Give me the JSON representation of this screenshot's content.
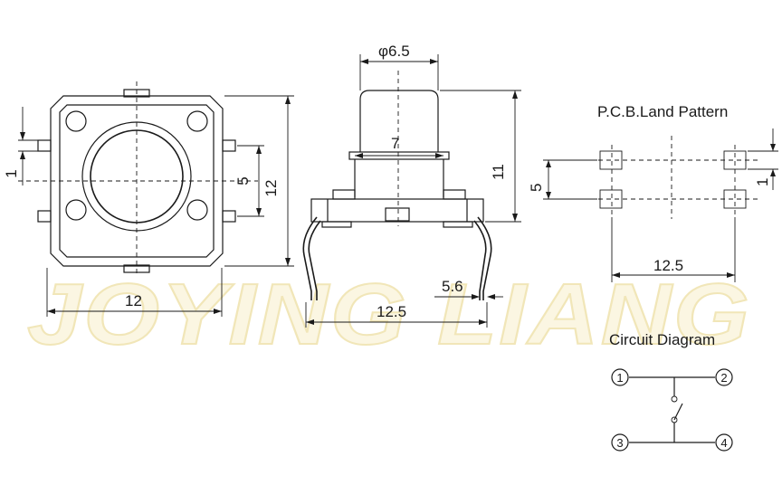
{
  "watermark": "JOYING LIANG",
  "top_view": {
    "width_label": "12",
    "height_label": "12",
    "pin_pitch_label": "5",
    "pin_width_label": "1"
  },
  "side_view": {
    "actuator_diameter_label": "φ6.5",
    "body_width_label": "7",
    "total_height_label": "11",
    "lead_span_label": "12.5",
    "lead_offset_label": "5.6"
  },
  "pcb_land_pattern": {
    "title": "P.C.B.Land Pattern",
    "vertical_pitch_label": "5",
    "horizontal_pitch_label": "12.5",
    "pad_size_label": "1"
  },
  "circuit_diagram": {
    "title": "Circuit Diagram",
    "terminals": [
      "1",
      "2",
      "3",
      "4"
    ]
  }
}
